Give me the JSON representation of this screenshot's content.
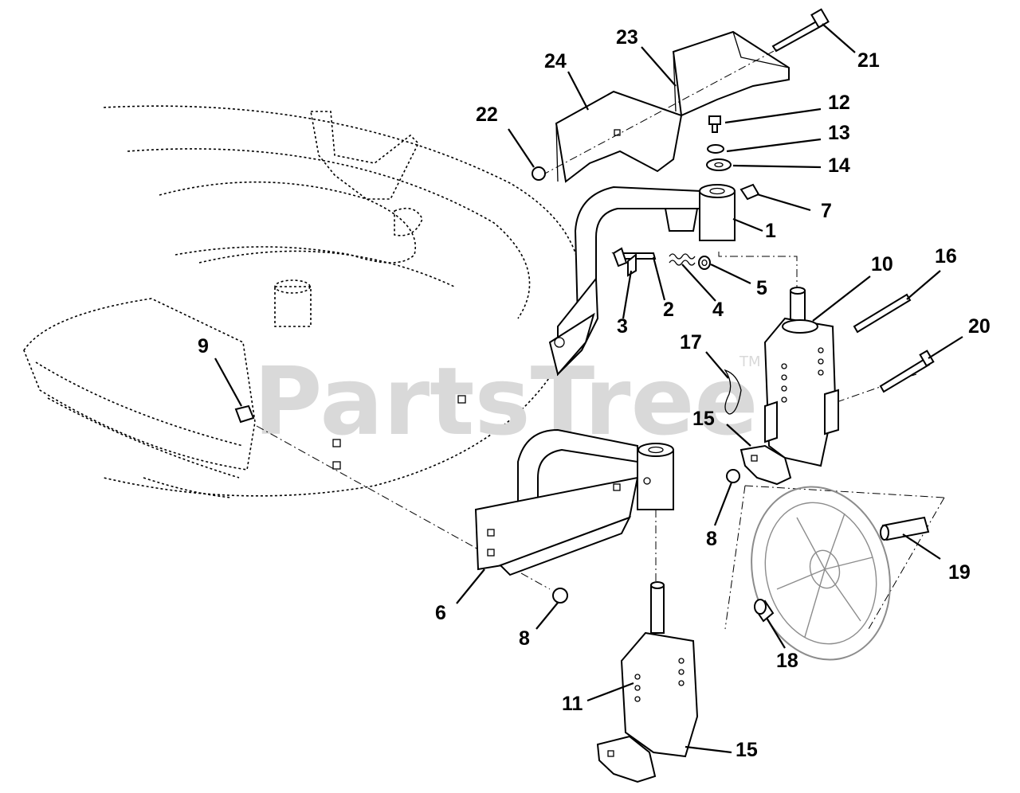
{
  "watermark": {
    "text": "PartsTree",
    "trademark": "TM"
  },
  "callouts": [
    {
      "id": "1",
      "label": "1"
    },
    {
      "id": "2",
      "label": "2"
    },
    {
      "id": "3",
      "label": "3"
    },
    {
      "id": "4",
      "label": "4"
    },
    {
      "id": "5",
      "label": "5"
    },
    {
      "id": "6",
      "label": "6"
    },
    {
      "id": "7",
      "label": "7"
    },
    {
      "id": "8a",
      "label": "8"
    },
    {
      "id": "8b",
      "label": "8"
    },
    {
      "id": "9",
      "label": "9"
    },
    {
      "id": "10",
      "label": "10"
    },
    {
      "id": "11",
      "label": "11"
    },
    {
      "id": "12",
      "label": "12"
    },
    {
      "id": "13",
      "label": "13"
    },
    {
      "id": "14",
      "label": "14"
    },
    {
      "id": "15a",
      "label": "15"
    },
    {
      "id": "15b",
      "label": "15"
    },
    {
      "id": "16",
      "label": "16"
    },
    {
      "id": "17",
      "label": "17"
    },
    {
      "id": "18",
      "label": "18"
    },
    {
      "id": "19",
      "label": "19"
    },
    {
      "id": "20",
      "label": "20"
    },
    {
      "id": "21",
      "label": "21"
    },
    {
      "id": "22",
      "label": "22"
    },
    {
      "id": "23",
      "label": "23"
    },
    {
      "id": "24",
      "label": "24"
    }
  ]
}
